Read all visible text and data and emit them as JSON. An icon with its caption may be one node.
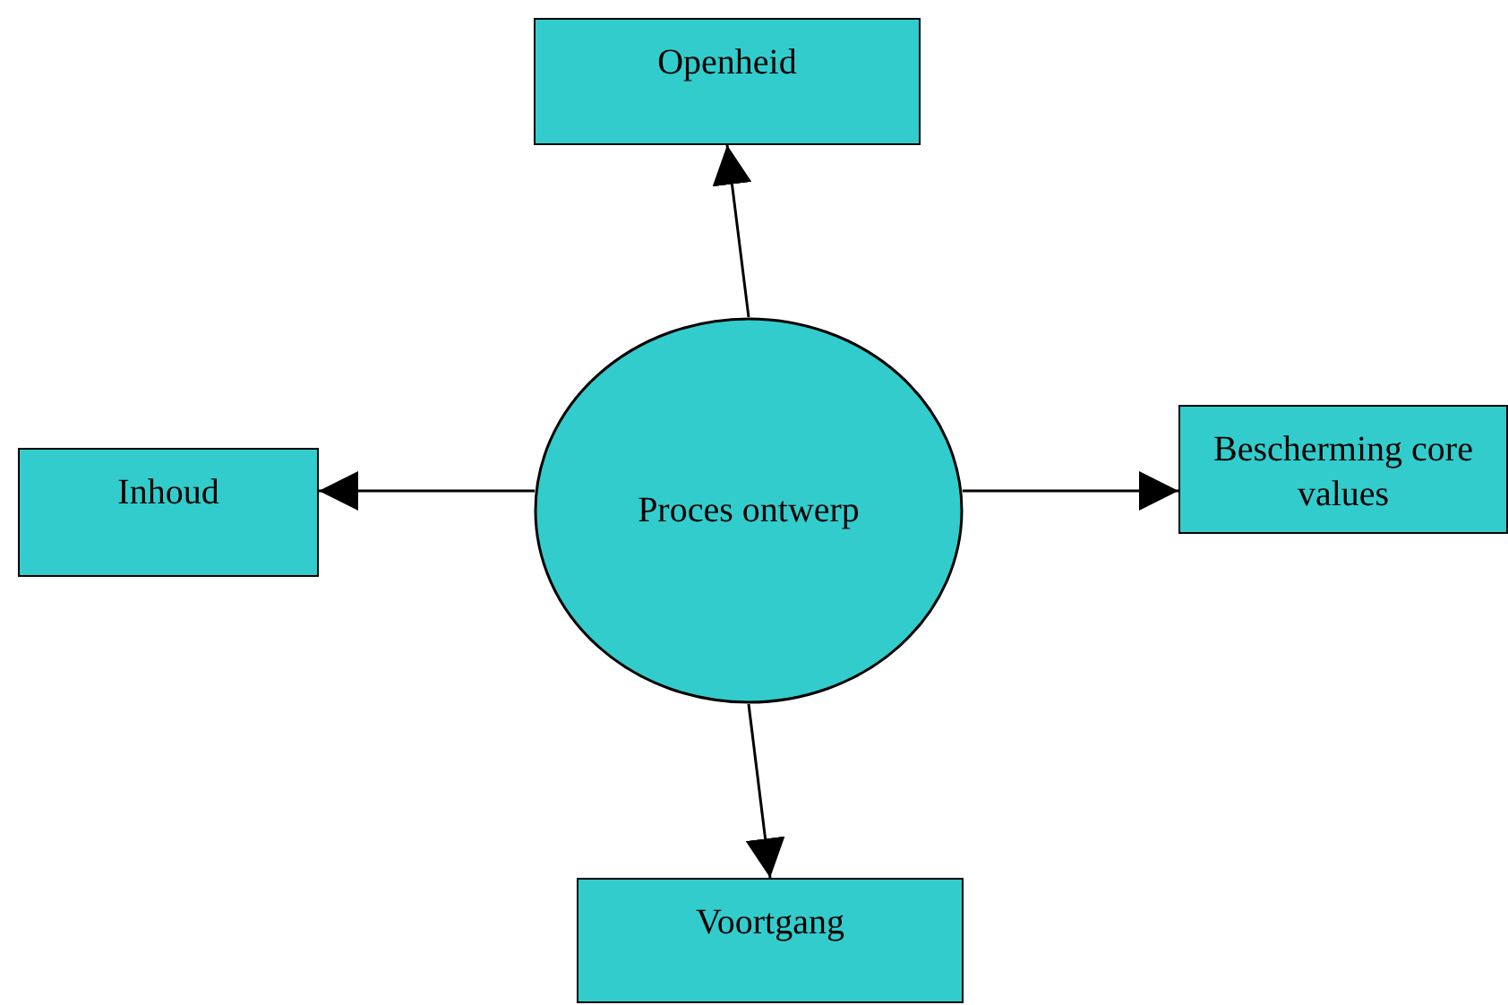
{
  "diagram": {
    "nodes": [
      {
        "text": [
          "Openheid"
        ]
      },
      {
        "text": [
          "Inhoud"
        ]
      },
      {
        "text": [
          "Proces ontwerp"
        ]
      },
      {
        "text": [
          "Bescherming core values"
        ]
      },
      {
        "text": [
          "Voortgang"
        ]
      }
    ],
    "edges": [
      {
        "from": 2,
        "to": 0,
        "arrow": "to"
      },
      {
        "from": 2,
        "to": 1,
        "arrow": "to"
      },
      {
        "from": 2,
        "to": 3,
        "arrow": "to"
      },
      {
        "from": 2,
        "to": 4,
        "arrow": "to"
      }
    ]
  }
}
